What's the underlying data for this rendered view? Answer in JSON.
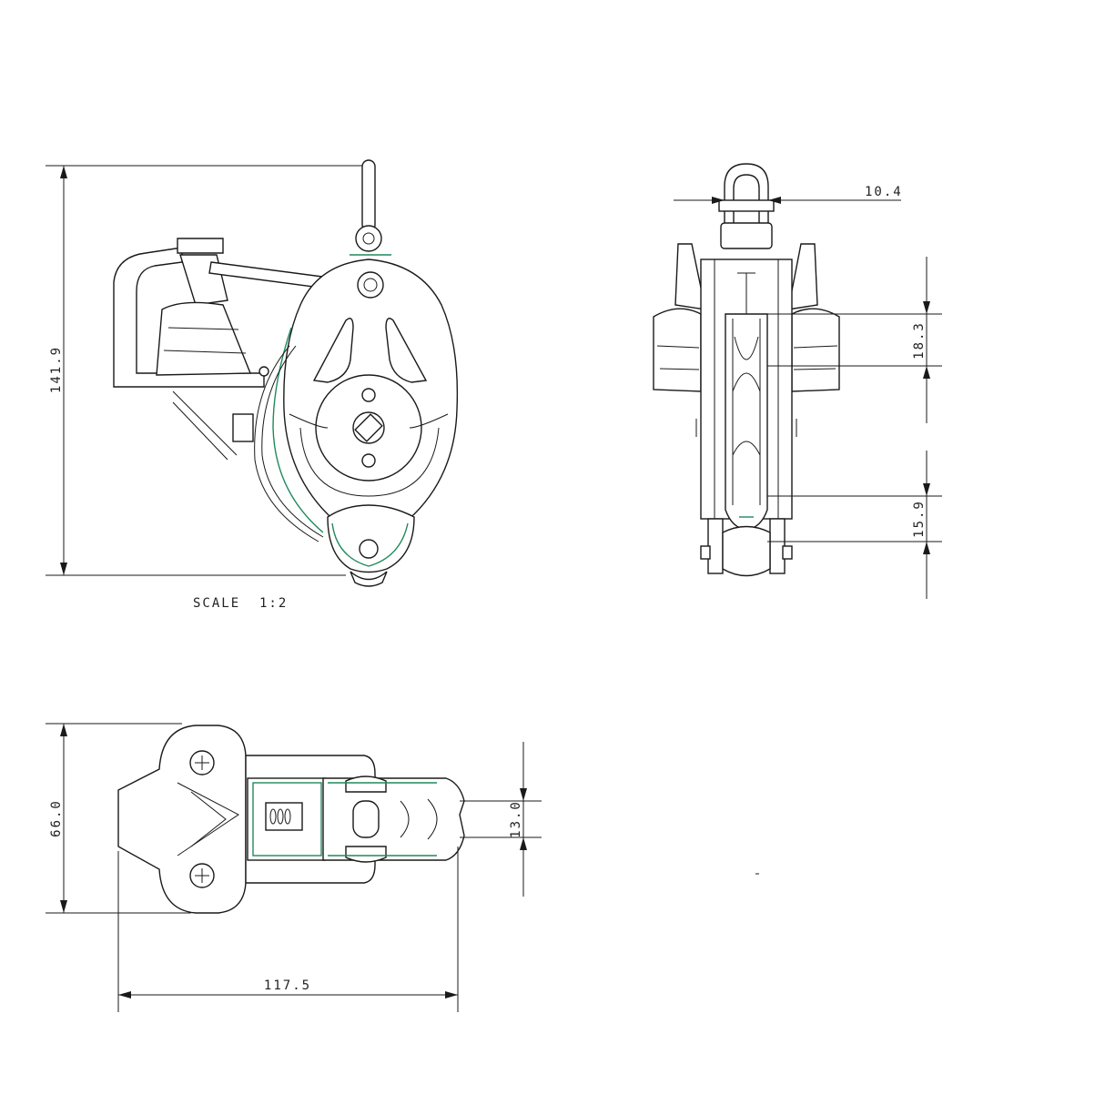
{
  "drawing": {
    "scale_label": "SCALE  1:2",
    "dimensions": {
      "height_overall": "141.9",
      "shackle_width": "10.4",
      "sheave_dim_upper": "18.3",
      "sheave_dim_lower": "15.9",
      "base_width": "66.0",
      "sheave_width": "13.0",
      "base_length": "117.5"
    },
    "colors": {
      "line": "#1a1a1a",
      "accent": "#1f8a5c"
    }
  }
}
